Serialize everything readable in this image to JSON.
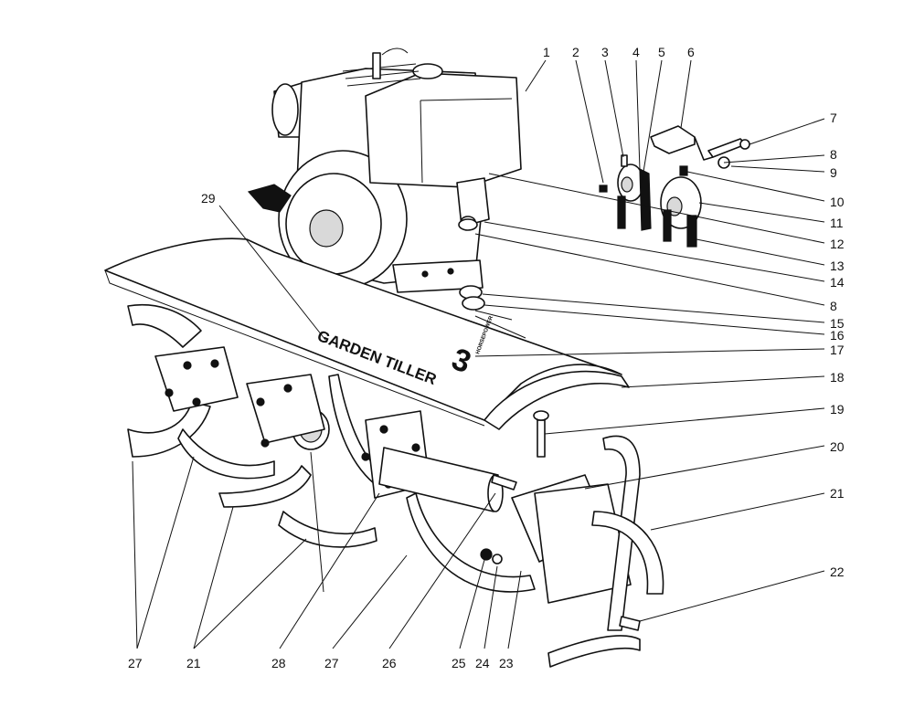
{
  "decal": {
    "brand": "GARDEN TILLER",
    "number": "3",
    "subtext": "HORSEPOWER"
  },
  "callouts": {
    "c1": "1",
    "c2": "2",
    "c3": "3",
    "c4": "4",
    "c5": "5",
    "c6": "6",
    "c7": "7",
    "c8a": "8",
    "c9": "9",
    "c10": "10",
    "c11": "11",
    "c12": "12",
    "c13": "13",
    "c14": "14",
    "c8b": "8",
    "c15": "15",
    "c16": "16",
    "c17": "17",
    "c18": "18",
    "c19": "19",
    "c20": "20",
    "c21a": "21",
    "c22": "22",
    "c27a": "27",
    "c21b": "21",
    "c28": "28",
    "c27b": "27",
    "c26": "26",
    "c25": "25",
    "c24": "24",
    "c23": "23",
    "c29": "29"
  }
}
